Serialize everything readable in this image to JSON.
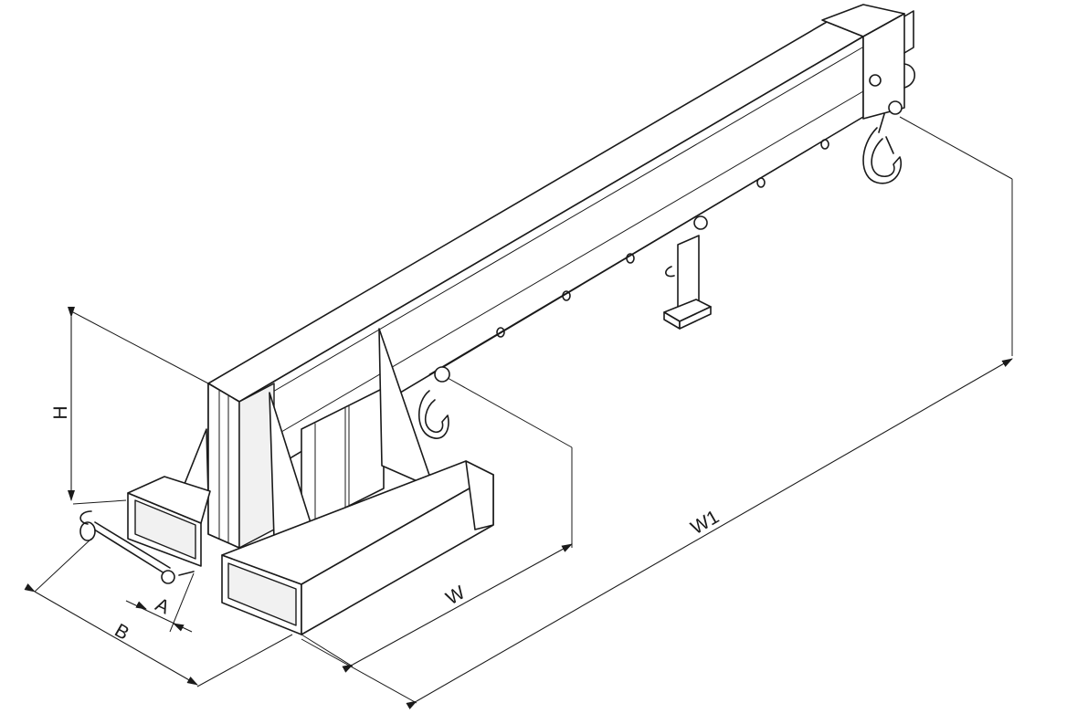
{
  "labels": {
    "h": "H",
    "a": "A",
    "b": "B",
    "w": "W",
    "w1": "W1"
  }
}
